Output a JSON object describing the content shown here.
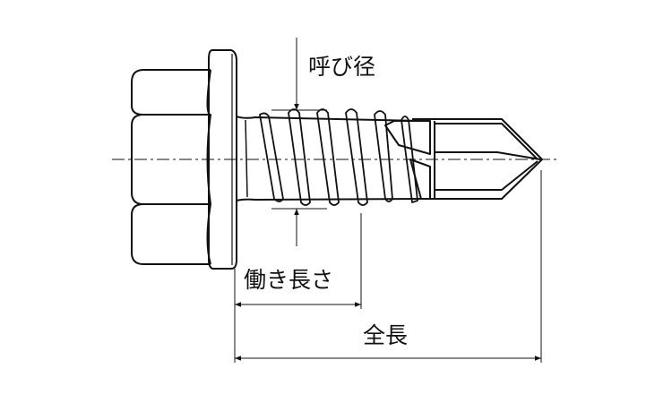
{
  "labels": {
    "nominal_diameter": "呼び径",
    "working_length": "働き長さ",
    "total_length": "全長"
  },
  "colors": {
    "line": "#111111",
    "background": "#ffffff"
  }
}
